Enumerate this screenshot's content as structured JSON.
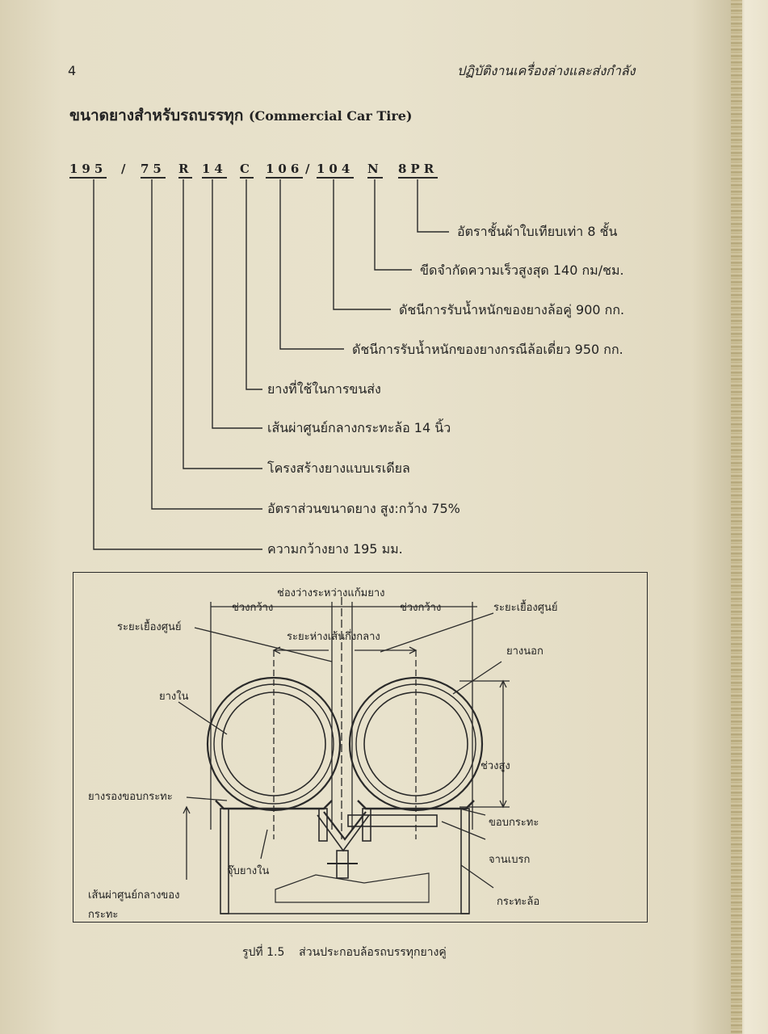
{
  "page_number": "4",
  "running_head": "ปฏิบัติงานเครื่องล่างและส่งกำลัง",
  "heading": {
    "thai": "ขนาดยางสำหรับรถบรรทุก",
    "english": "(Commercial Car Tire)"
  },
  "code": {
    "width": "195",
    "slash1": "/",
    "aspect": "75",
    "construction": "R",
    "rim": "14",
    "type": "C",
    "load_single": "106",
    "slash2": "/",
    "load_dual": "104",
    "speed": "N",
    "ply": "8PR"
  },
  "descriptions": [
    "อัตราชั้นผ้าใบเทียบเท่า 8 ชั้น",
    "ขีดจำกัดความเร็วสูงสุด 140 กม/ชม.",
    "ดัชนีการรับน้ำหนักของยางล้อคู่ 900 กก.",
    "ดัชนีการรับน้ำหนักของยางกรณีล้อเดี่ยว 950 กก.",
    "ยางที่ใช้ในการขนส่ง",
    "เส้นผ่าศูนย์กลางกระทะล้อ 14 นิ้ว",
    "โครงสร้างยางแบบเรเดียล",
    "อัตราส่วนขนาดยาง สูง:กว้าง 75%",
    "ความกว้างยาง 195 มม."
  ],
  "figure": {
    "dual_spacing": "ช่องว่างระหว่างแก้มยาง",
    "width_left": "ช่วงกว้าง",
    "width_right": "ช่วงกว้าง",
    "offset_left": "ระยะเยื้องศูนย์",
    "offset_right": "ระยะเยื้องศูนย์",
    "center_distance": "ระยะห่างเส้นกึ่งกลาง",
    "outer_tire": "ยางนอก",
    "inner_tube": "ยางใน",
    "height": "ช่วงสูง",
    "rim_flap": "ยางรองขอบกระทะ",
    "rim_flange": "ขอบกระทะ",
    "brake_drum": "จานเบรก",
    "valve": "จุ๊บยางใน",
    "rim_diameter_1": "เส้นผ่าศูนย์กลางของ",
    "rim_diameter_2": "กระทะ",
    "wheel": "กระทะล้อ"
  },
  "caption": {
    "number": "รูปที่ 1.5",
    "text": "ส่วนประกอบล้อรถบรรทุกยางคู่"
  }
}
